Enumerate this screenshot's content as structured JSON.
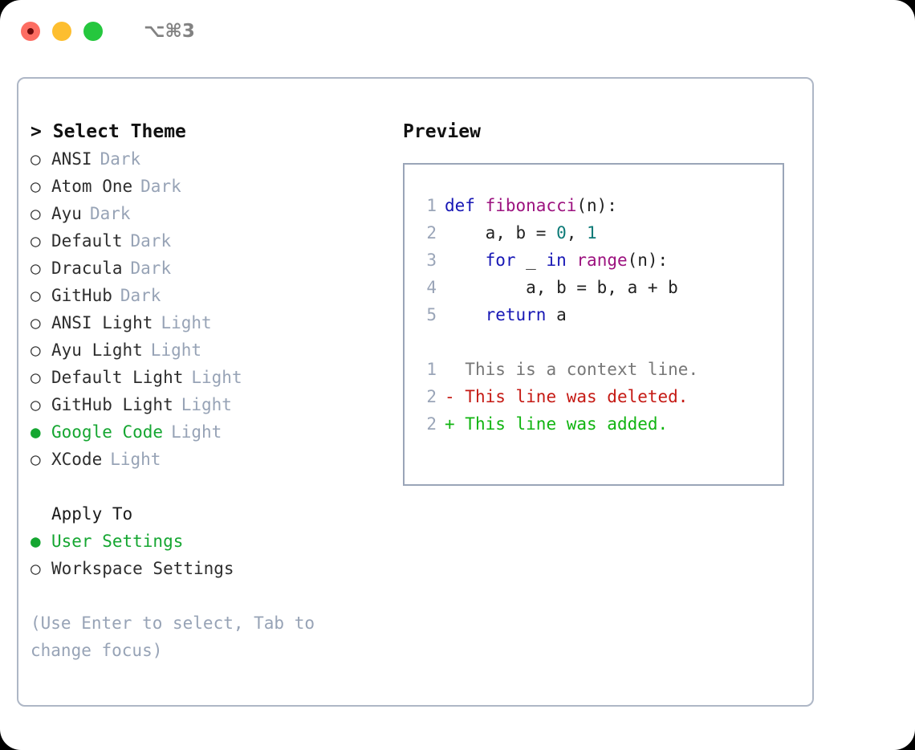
{
  "titlebar": {
    "shortcut": "⌥⌘3",
    "lights": [
      {
        "name": "close",
        "color": "#fd6d62"
      },
      {
        "name": "minimize",
        "color": "#fdbe2f"
      },
      {
        "name": "maximize",
        "color": "#25c73e"
      }
    ]
  },
  "theme_list": {
    "prompt": ">",
    "title": "Select Theme",
    "marker_selected": "●",
    "marker_unselected": "○",
    "items": [
      {
        "label": "ANSI",
        "tag": "Dark",
        "selected": false
      },
      {
        "label": "Atom One",
        "tag": "Dark",
        "selected": false
      },
      {
        "label": "Ayu",
        "tag": "Dark",
        "selected": false
      },
      {
        "label": "Default",
        "tag": "Dark",
        "selected": false
      },
      {
        "label": "Dracula",
        "tag": "Dark",
        "selected": false
      },
      {
        "label": "GitHub",
        "tag": "Dark",
        "selected": false
      },
      {
        "label": "ANSI Light",
        "tag": "Light",
        "selected": false
      },
      {
        "label": "Ayu Light",
        "tag": "Light",
        "selected": false
      },
      {
        "label": "Default Light",
        "tag": "Light",
        "selected": false
      },
      {
        "label": "GitHub Light",
        "tag": "Light",
        "selected": false
      },
      {
        "label": "Google Code",
        "tag": "Light",
        "selected": true
      },
      {
        "label": "XCode",
        "tag": "Light",
        "selected": false
      }
    ]
  },
  "apply_to": {
    "title": "Apply To",
    "items": [
      {
        "label": "User Settings",
        "selected": true
      },
      {
        "label": "Workspace Settings",
        "selected": false
      }
    ]
  },
  "hint": "(Use Enter to select, Tab to change focus)",
  "preview": {
    "title": "Preview",
    "code": [
      {
        "n": "1",
        "tokens": [
          {
            "t": "def ",
            "c": "kw"
          },
          {
            "t": "fibonacci",
            "c": "fn"
          },
          {
            "t": "(n):",
            "c": "pl"
          }
        ]
      },
      {
        "n": "2",
        "tokens": [
          {
            "t": "    a, b = ",
            "c": "pl"
          },
          {
            "t": "0",
            "c": "num"
          },
          {
            "t": ", ",
            "c": "pl"
          },
          {
            "t": "1",
            "c": "num"
          }
        ]
      },
      {
        "n": "3",
        "tokens": [
          {
            "t": "    ",
            "c": "pl"
          },
          {
            "t": "for",
            "c": "kw"
          },
          {
            "t": " _ ",
            "c": "pl"
          },
          {
            "t": "in",
            "c": "kw"
          },
          {
            "t": " ",
            "c": "pl"
          },
          {
            "t": "range",
            "c": "fn"
          },
          {
            "t": "(n):",
            "c": "pl"
          }
        ]
      },
      {
        "n": "4",
        "tokens": [
          {
            "t": "        a, b = b, a + b",
            "c": "pl"
          }
        ]
      },
      {
        "n": "5",
        "tokens": [
          {
            "t": "    ",
            "c": "pl"
          },
          {
            "t": "return",
            "c": "kw"
          },
          {
            "t": " a",
            "c": "pl"
          }
        ]
      }
    ],
    "diff": [
      {
        "n": "1",
        "sign": " ",
        "text": "This is a context line.",
        "kind": "diff-ctx"
      },
      {
        "n": "2",
        "sign": "-",
        "text": "This line was deleted.",
        "kind": "diff-del"
      },
      {
        "n": "2",
        "sign": "+",
        "text": "This line was added.",
        "kind": "diff-add"
      }
    ]
  },
  "colors": {
    "accent_green": "#15a631",
    "muted": "#97a3b6",
    "border": "#aeb7c6",
    "preview_border": "#9aa5b8",
    "keyword": "#1717b5",
    "function": "#9c127f",
    "number": "#0c7a77",
    "diff_delete": "#c51a14",
    "diff_add": "#11b411"
  }
}
